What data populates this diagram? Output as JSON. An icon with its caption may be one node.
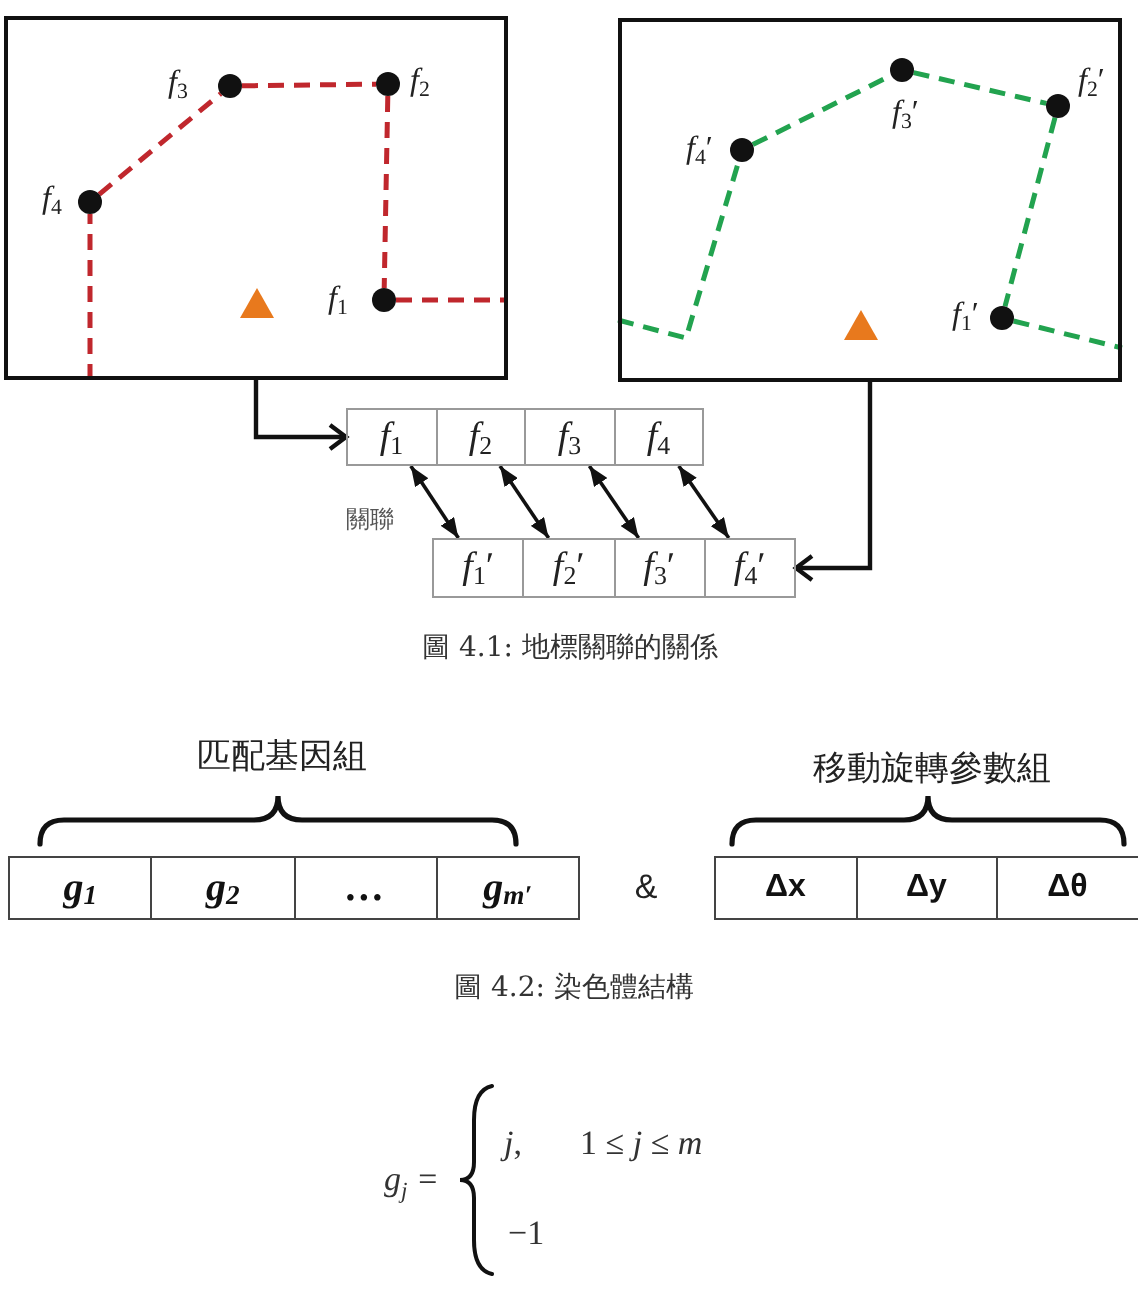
{
  "diagram": {
    "nodes": [
      {
        "text": [],
        "shape": "box"
      },
      {
        "text": [],
        "shape": "circle",
        "beside": [
          "*f*$_{3}$"
        ],
        "in": 0
      },
      {
        "text": [],
        "shape": "circle",
        "beside": [
          "*f*$_{2}$"
        ],
        "in": 0
      },
      {
        "text": [],
        "shape": "circle",
        "beside": [
          "*f*$_{4}$"
        ],
        "in": 0
      },
      {
        "text": [],
        "shape": "circle",
        "beside": [
          "*f*$_{1}$"
        ],
        "in": 0
      },
      {
        "text": [],
        "shape": "box"
      },
      {
        "text": [],
        "shape": "circle",
        "beside": [
          "*f*$_{3}$′"
        ],
        "in": 5
      },
      {
        "text": [],
        "shape": "circle",
        "beside": [
          "*f*$_{2}$′"
        ],
        "in": 5
      },
      {
        "text": [],
        "shape": "circle",
        "beside": [
          "*f*$_{4}$′"
        ],
        "in": 5
      },
      {
        "text": [],
        "shape": "circle",
        "beside": [
          "*f*$_{1}$′"
        ],
        "in": 5
      },
      {
        "text": [
          "*f*$_{1}$"
        ]
      },
      {
        "text": [
          "*f*$_{2}$"
        ]
      },
      {
        "text": [
          "*f*$_{3}$"
        ]
      },
      {
        "text": [
          "*f*$_{4}$"
        ]
      },
      {
        "text": [
          "*f*$_{1}$′"
        ]
      },
      {
        "text": [
          "*f*$_{2}$′"
        ]
      },
      {
        "text": [
          "*f*$_{3}$′"
        ]
      },
      {
        "text": [
          "*f*$_{4}$′"
        ]
      },
      {
        "text": [
          "g$_{1}$"
        ]
      },
      {
        "text": [
          "g$_{2}$"
        ]
      },
      {
        "text": [
          "…"
        ]
      },
      {
        "text": [
          "g$_{m′}$"
        ]
      },
      {
        "text": [
          "Δx"
        ]
      },
      {
        "text": [
          "Δy"
        ]
      },
      {
        "text": [
          "Δθ"
        ]
      }
    ],
    "edges": [
      {
        "from": null,
        "to": 3,
        "arrow": "none",
        "style": "dashed",
        "color": "#c0272d"
      },
      {
        "from": 3,
        "to": 1,
        "arrow": "none",
        "style": "dashed",
        "color": "#c0272d"
      },
      {
        "from": 1,
        "to": 2,
        "arrow": "none",
        "style": "dashed",
        "color": "#c0272d"
      },
      {
        "from": 2,
        "to": 4,
        "arrow": "none",
        "style": "dashed",
        "color": "#c0272d"
      },
      {
        "from": 4,
        "to": null,
        "arrow": "none",
        "style": "dashed",
        "color": "#c0272d"
      },
      {
        "from": null,
        "to": 8,
        "arrow": "none",
        "style": "dashed",
        "color": "#22a34f"
      },
      {
        "from": 8,
        "to": 6,
        "arrow": "none",
        "style": "dashed",
        "color": "#22a34f"
      },
      {
        "from": 6,
        "to": 7,
        "arrow": "none",
        "style": "dashed",
        "color": "#22a34f"
      },
      {
        "from": 7,
        "to": 9,
        "arrow": "none",
        "style": "dashed",
        "color": "#22a34f"
      },
      {
        "from": 9,
        "to": null,
        "arrow": "none",
        "style": "dashed",
        "color": "#22a34f"
      },
      {
        "from": 0,
        "to": 10,
        "arrow": "to"
      },
      {
        "from": 5,
        "to": 17,
        "arrow": "to"
      },
      {
        "from": 10,
        "to": 14,
        "arrow": "both"
      },
      {
        "from": 11,
        "to": 15,
        "arrow": "both"
      },
      {
        "from": 12,
        "to": 16,
        "arrow": "both"
      },
      {
        "from": 13,
        "to": 17,
        "arrow": "both"
      }
    ],
    "labels": [
      "關聯",
      "圖 4.1: 地標關聯的關係",
      "匹配基因組",
      "移動旋轉參數組",
      "&",
      "圖 4.2: 染色體結構",
      "g$_{j}$ =",
      "*j*,",
      "1 ≤ *j* ≤ *m*",
      "−1"
    ]
  }
}
